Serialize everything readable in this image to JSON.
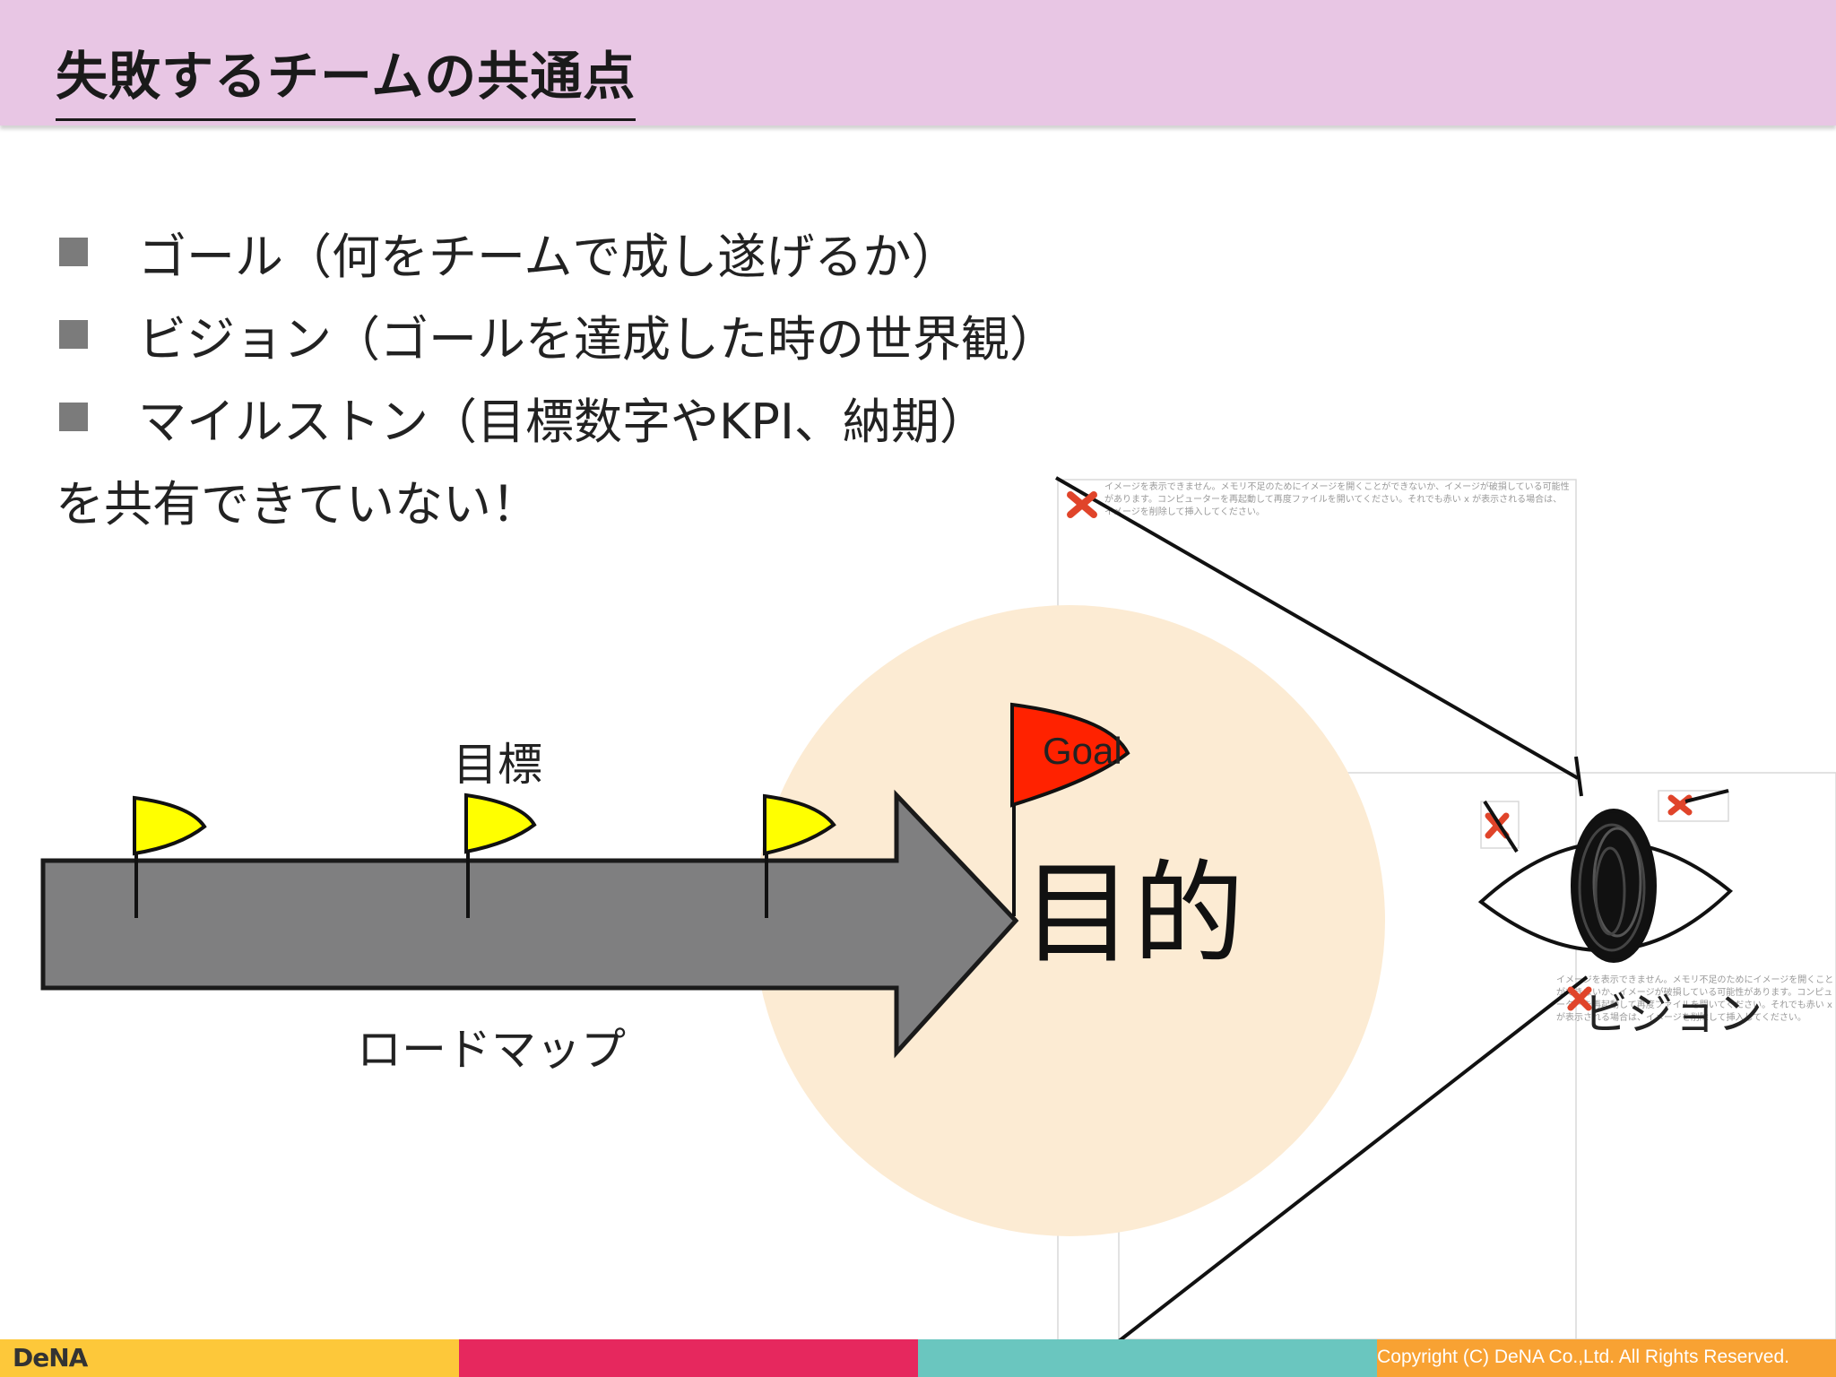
{
  "header": {
    "title": "失敗するチームの共通点"
  },
  "bullets": [
    "ゴール（何をチームで成し遂げるか）",
    "ビジョン（ゴールを達成した時の世界観）",
    "マイルストン（目標数字やKPI、納期）"
  ],
  "conclusion": "を共有できていない！",
  "diagram": {
    "goal_flag_label": "Goal",
    "milestone_label": "目標",
    "roadmap_label": "ロードマップ",
    "purpose_label": "目的",
    "vision_label": "ビジョン",
    "missing_image_text": "イメージを表示できません。メモリ不足のためにイメージを開くことができないか、イメージが破損している可能性があります。コンピューターを再起動して再度ファイルを開いてください。それでも赤い x が表示される場合は、イメージを削除して挿入してください。",
    "colors": {
      "arrow": "#7f7f80",
      "milestone_flag": "#ffff00",
      "goal_flag": "#ff2200",
      "purpose_circle": "#fcebd3"
    }
  },
  "footer": {
    "logo": "DeNA",
    "copyright": "Copyright (C)  DeNA Co.,Ltd. All Rights Reserved.",
    "colors": [
      "#fdc83a",
      "#e6285e",
      "#6ac6bf",
      "#f8a233"
    ]
  }
}
